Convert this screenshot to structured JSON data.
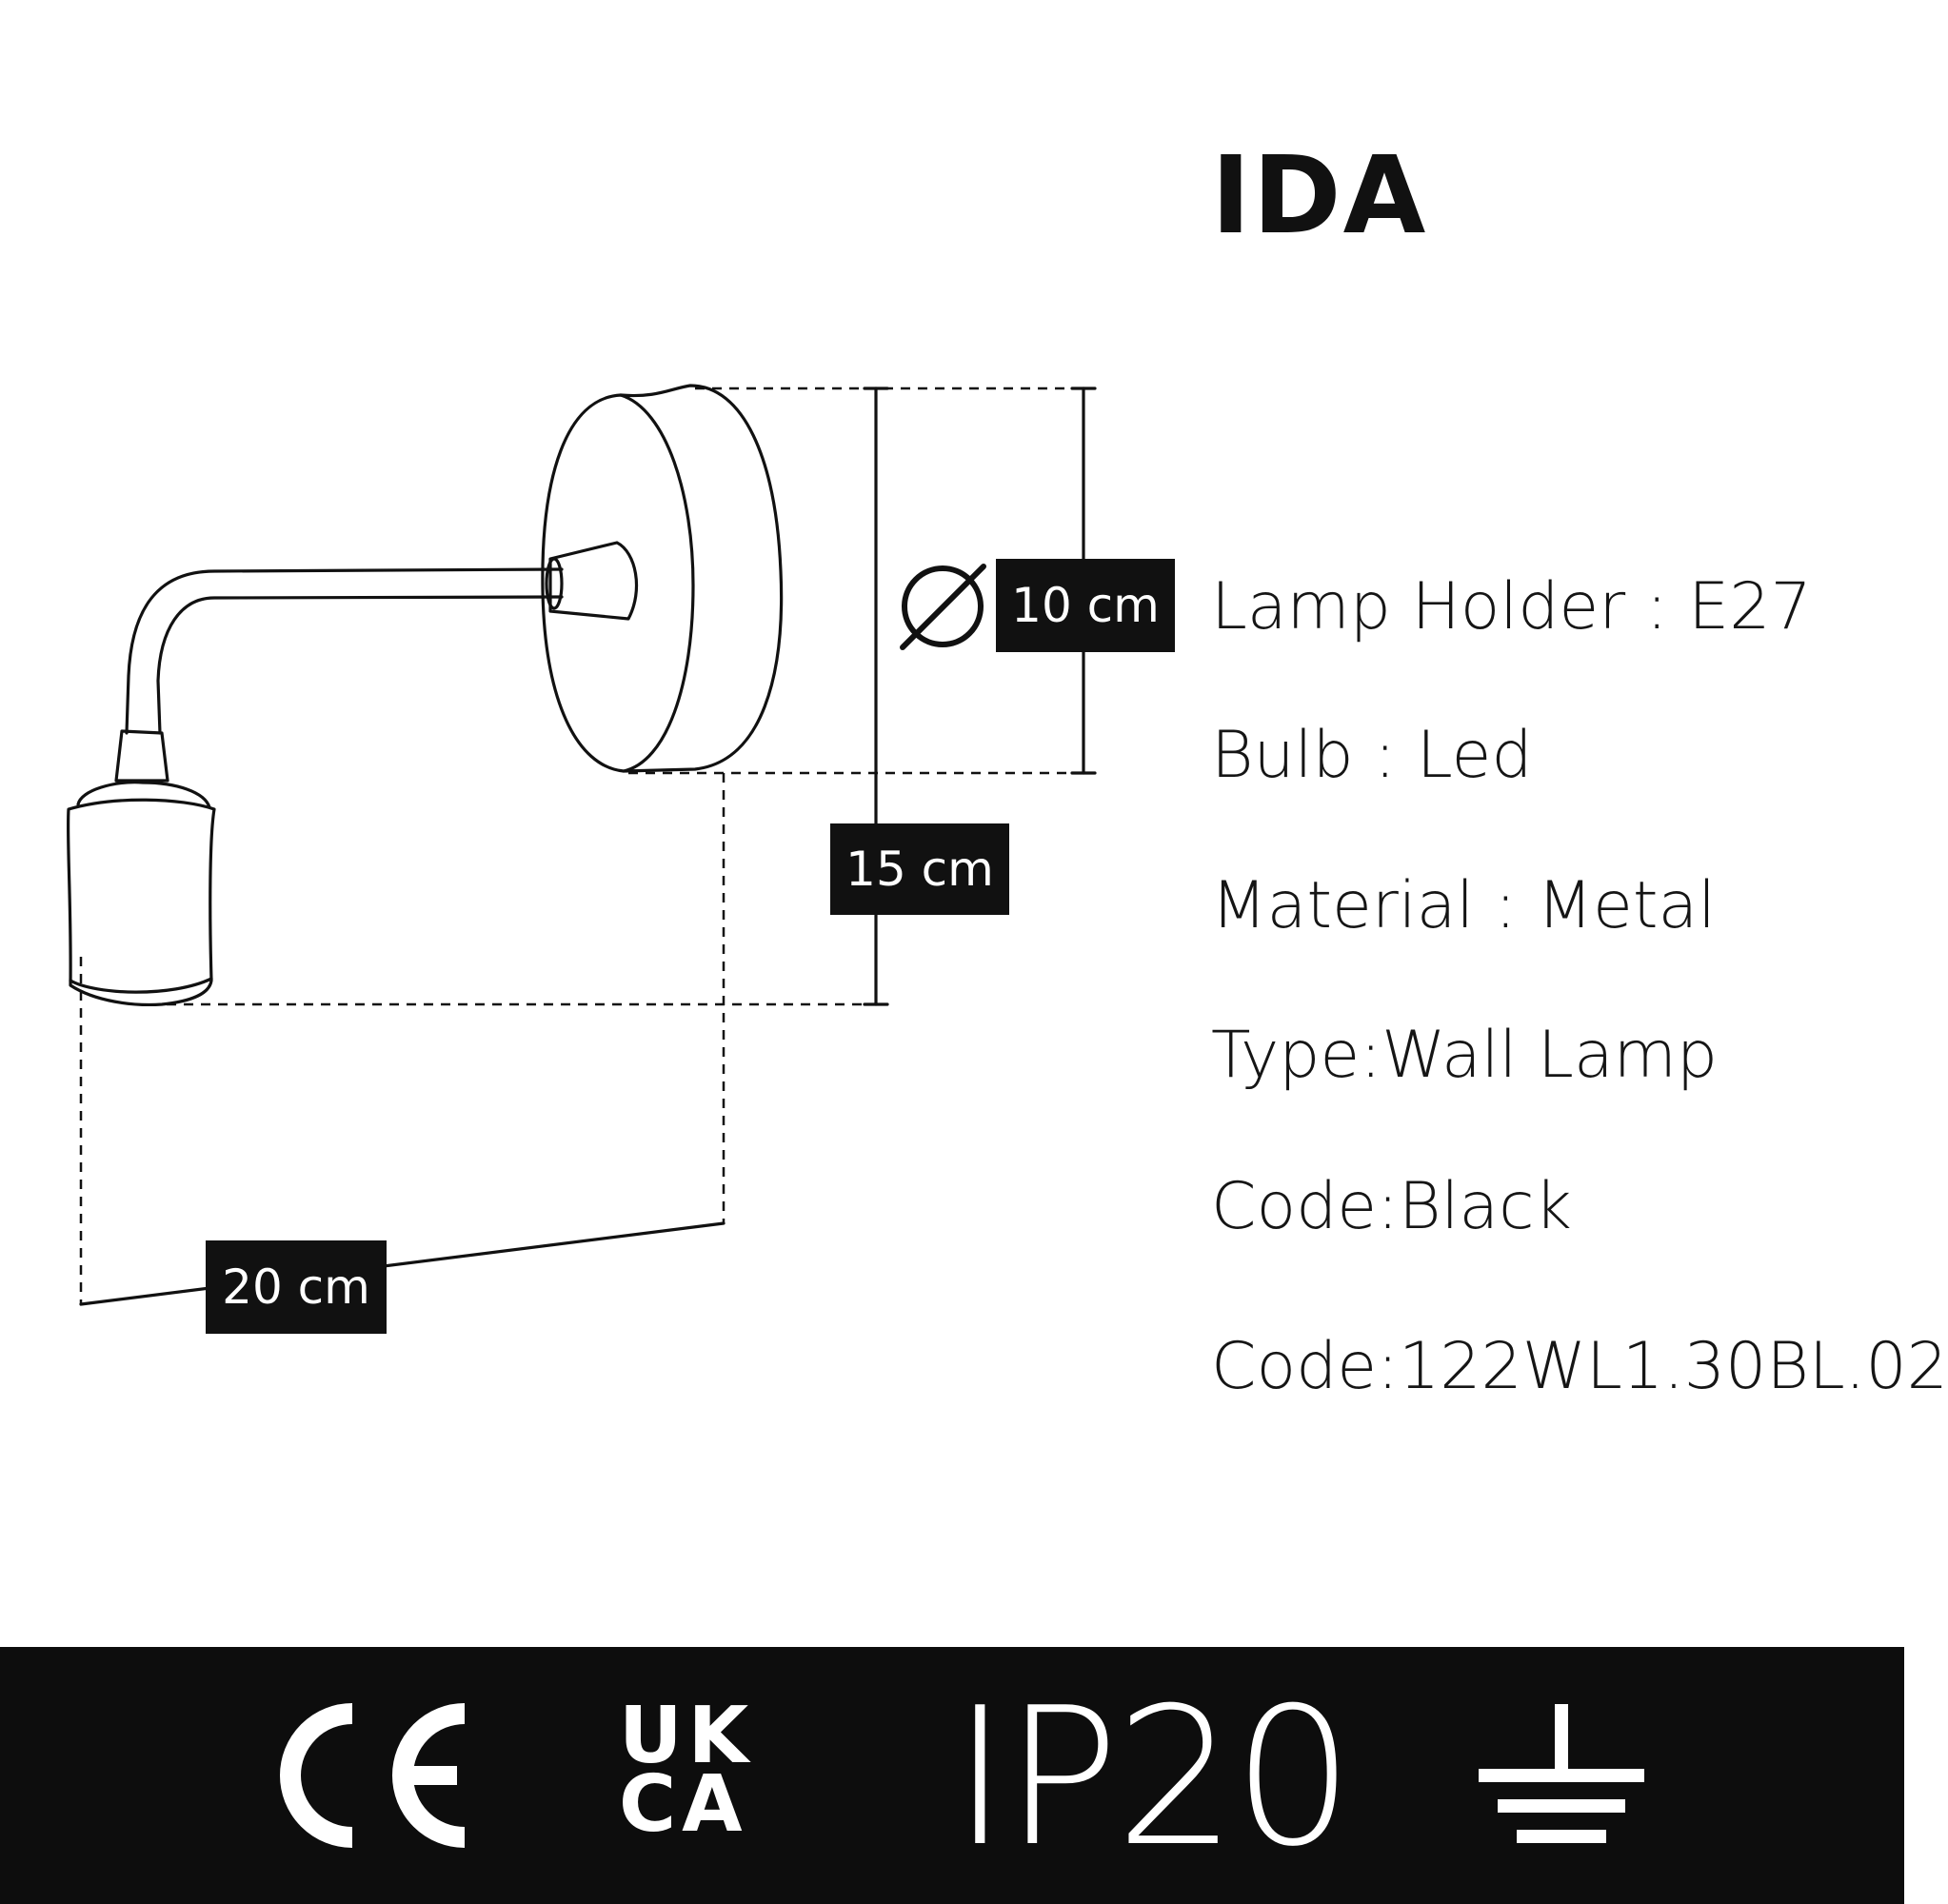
{
  "product": {
    "name": "IDA"
  },
  "specs": [
    {
      "text": "Lamp Holder : E27"
    },
    {
      "text": "Bulb : Led"
    },
    {
      "text": "Material : Metal"
    },
    {
      "text": "Type:Wall Lamp"
    },
    {
      "text": "Code:Black"
    },
    {
      "text": "Code:122WL1.30BL.02"
    }
  ],
  "dimensions": {
    "diameter": "10 cm",
    "height": "15 cm",
    "depth": "20 cm"
  },
  "certifications": {
    "ce": "CE",
    "ukca_top": "UK",
    "ukca_bottom": "CA",
    "ip": "IP20",
    "earth": "earth-ground-icon"
  },
  "colors": {
    "ink": "#111111",
    "footer": "#0d0d0d",
    "label_bg": "#111111",
    "label_text": "#ffffff"
  }
}
